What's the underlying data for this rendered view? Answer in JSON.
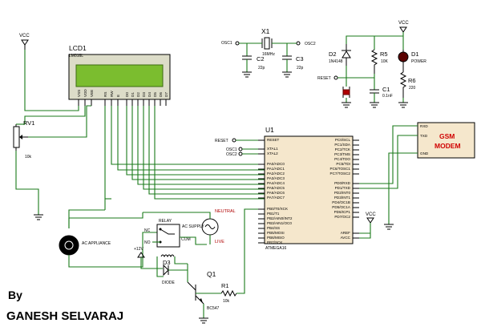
{
  "power": {
    "vcc": "VCC"
  },
  "lcd": {
    "ref": "LCD1",
    "part": "LM016L",
    "pins": [
      "VSS",
      "VDD",
      "VEE",
      "RS",
      "RW",
      "E",
      "D0",
      "D1",
      "D2",
      "D3",
      "D4",
      "D5",
      "D6",
      "D7"
    ]
  },
  "rv1": {
    "ref": "RV1",
    "value": "10k"
  },
  "mcu": {
    "ref": "U1",
    "part": "ATMEGA16",
    "reset_label": "RESET",
    "left": [
      "RESET",
      "XTAL1",
      "XTAL2",
      "PA0/ADC0",
      "PA1/ADC1",
      "PA2/ADC2",
      "PA3/ADC3",
      "PA4/ADC4",
      "PA5/ADC5",
      "PA6/ADC6",
      "PA7/ADC7",
      "PB0/T0/XCK",
      "PB1/T1",
      "PB2/AIN0/INT2",
      "PB3/AIN1/OC0",
      "PB4/SS",
      "PB5/MOSI",
      "PB6/MISO",
      "PB7/SCK"
    ],
    "right": [
      "PC0/SCL",
      "PC1/SDA",
      "PC2/TCK",
      "PC3/TMS",
      "PC4/TDO",
      "PC5/TDI",
      "PC6/TOSC1",
      "PC7/TOSC2",
      "PD0/RXD",
      "PD1/TXD",
      "PD2/INT0",
      "PD3/INT1",
      "PD4/OC1B",
      "PD5/OC1A",
      "PD6/ICP1",
      "PD7/OC2",
      "AREF",
      "AVCC"
    ]
  },
  "crystal": {
    "ref": "X1",
    "freq": "16MHz",
    "osc1": "OSC1",
    "osc2": "OSC2"
  },
  "caps": {
    "c2": {
      "ref": "C2",
      "value": "22p"
    },
    "c3": {
      "ref": "C3",
      "value": "22p"
    }
  },
  "reset_circuit": {
    "reset_label": "RESET",
    "d2": {
      "ref": "D2",
      "part": "1N4148"
    },
    "r5": {
      "ref": "R5",
      "value": "10K"
    },
    "d1": {
      "ref": "D1",
      "label": "POWER"
    },
    "r6": {
      "ref": "R6",
      "value": "220"
    },
    "c1": {
      "ref": "C1",
      "value": "0.1nF"
    }
  },
  "gsm": {
    "rxd": "RXD",
    "txd": "TXD",
    "gnd": "GND",
    "title_line1": "GSM",
    "title_line2": "MODEM"
  },
  "relay_section": {
    "appliance_label": "AC APPLIANCE",
    "relay_label": "RELAY",
    "nc": "NC",
    "no": "NO",
    "com": "COM",
    "ac_supply": "AC SUPPLY",
    "neutral": "NEUTRAL",
    "live": "LIVE",
    "v12": "+12V",
    "d3": "D3",
    "diode_label": "DIODE",
    "q1": "Q1",
    "q1_part": "BC547",
    "r1": "R1",
    "r1_value": "10k"
  },
  "credits": {
    "by": "By",
    "author": "GANESH SELVARAJ"
  },
  "colors": {
    "wire": "#1a7a1a",
    "lcd_screen": "#7bbd2f",
    "chip_body": "#f5e7cc",
    "gsm_title": "#d00000"
  }
}
